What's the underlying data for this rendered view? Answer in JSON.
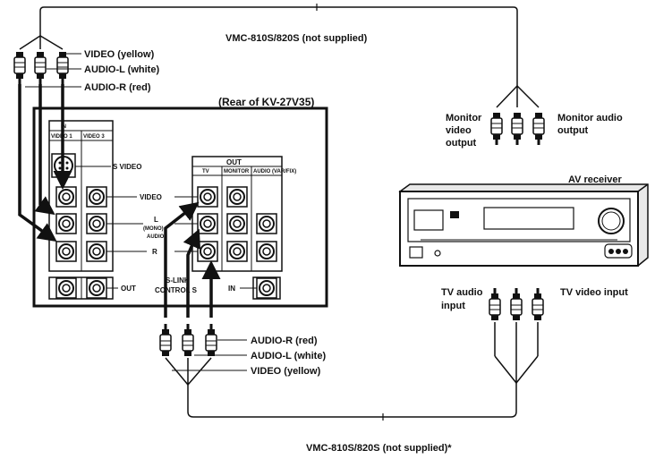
{
  "cables": {
    "top_cable": "VMC-810S/820S (not supplied)",
    "bottom_cable": "VMC-810S/820S (not supplied)*",
    "top_plugs": [
      "VIDEO (yellow)",
      "AUDIO-L (white)",
      "AUDIO-R (red)"
    ],
    "bottom_plugs": [
      "AUDIO-R (red)",
      "AUDIO-L (white)",
      "VIDEO (yellow)"
    ]
  },
  "tv_panel": {
    "title": "(Rear of KV-27V35)",
    "in_header": "IN",
    "in_cols": [
      "VIDEO 1",
      "VIDEO 3"
    ],
    "svideo": "S VIDEO",
    "row_video": "VIDEO",
    "row_l": "L",
    "row_mono": "(MONO)",
    "row_audio": "AUDIO",
    "row_r": "R",
    "out_label": "OUT",
    "out_header": "OUT",
    "out_cols": [
      "TV",
      "MONITOR",
      "AUDIO (VAR/FIX)"
    ],
    "slink": "S-LINK",
    "control_s": "CONTROL S",
    "in_label": "IN"
  },
  "receiver": {
    "title": "AV receiver",
    "monitor_video": [
      "Monitor",
      "video",
      "output"
    ],
    "monitor_audio": [
      "Monitor audio",
      "output"
    ],
    "tv_audio": [
      "TV audio",
      "input"
    ],
    "tv_video": "TV video input"
  },
  "icons": [
    "rca-plug-icon",
    "rca-jack-icon",
    "svideo-jack-icon",
    "arrow-icon",
    "volume-knob-icon"
  ]
}
